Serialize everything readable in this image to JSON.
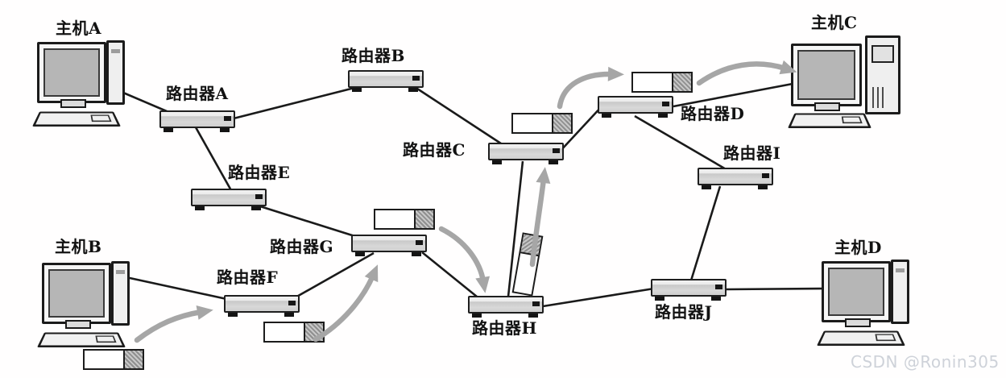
{
  "hosts": {
    "A": {
      "label": "主机A"
    },
    "B": {
      "label": "主机B"
    },
    "C": {
      "label": "主机C"
    },
    "D": {
      "label": "主机D"
    }
  },
  "routers": {
    "A": {
      "label": "路由器A"
    },
    "B": {
      "label": "路由器B"
    },
    "C": {
      "label": "路由器C"
    },
    "D": {
      "label": "路由器D"
    },
    "E": {
      "label": "路由器E"
    },
    "F": {
      "label": "路由器F"
    },
    "G": {
      "label": "路由器G"
    },
    "H": {
      "label": "路由器H"
    },
    "I": {
      "label": "路由器I"
    },
    "J": {
      "label": "路由器J"
    }
  },
  "links": [
    [
      "host-A",
      "router-A"
    ],
    [
      "router-A",
      "router-B"
    ],
    [
      "router-A",
      "router-E"
    ],
    [
      "router-B",
      "router-C"
    ],
    [
      "router-C",
      "router-D"
    ],
    [
      "router-C",
      "router-H"
    ],
    [
      "router-D",
      "host-C"
    ],
    [
      "router-D",
      "router-I"
    ],
    [
      "router-E",
      "router-G"
    ],
    [
      "host-B",
      "router-F"
    ],
    [
      "router-F",
      "router-G"
    ],
    [
      "router-G",
      "router-H"
    ],
    [
      "router-H",
      "router-J"
    ],
    [
      "router-I",
      "router-J"
    ],
    [
      "router-J",
      "host-D"
    ]
  ],
  "packet_flow": {
    "packet_count": 6,
    "path": [
      "host-B",
      "router-F",
      "router-G",
      "router-H",
      "router-C",
      "router-D",
      "host-C"
    ],
    "packet_positions": [
      "below-host-B",
      "below-router-F",
      "above-router-G",
      "between-router-H-and-router-C",
      "above-router-C",
      "above-router-D"
    ]
  },
  "watermark": {
    "text": "CSDN @Ronin305"
  },
  "colors": {
    "background": "#ffffff",
    "line": "#1a1a1a",
    "arrow": "#a6a6a6",
    "device_fill": "#d8d8d8",
    "screen_fill": "#b6b6b6",
    "packet_body": "#ffffff",
    "packet_tail": "#a9a9a9",
    "label": "#121212",
    "watermark": "#ced2d9"
  }
}
